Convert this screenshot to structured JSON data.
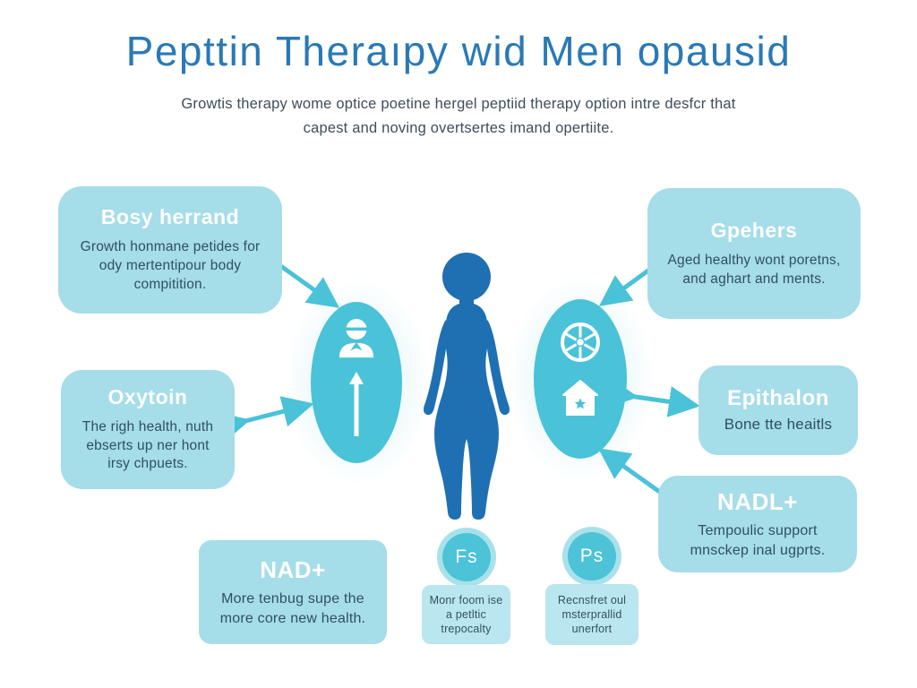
{
  "header": {
    "title": "Pepttin Theraıpy wid Men opausid",
    "subtitle_line1": "Growtis therapy wome optice poetine hergel peptiid therapy option intre desfcr that",
    "subtitle_line2": "capest and noving overtsertes imand opertiite."
  },
  "boxes": {
    "herrand": {
      "title": "Bosy herrand",
      "body": "Growth honmane petides for ody mertentipour body compitition."
    },
    "gpehers": {
      "title": "Gpehers",
      "body": "Aged healthy wont poretns, and aghart and ments."
    },
    "oxytoin": {
      "title": "Oxytoin",
      "body": "The righ health, nuth ebserts up ner hont irsy chpuets."
    },
    "epithalon": {
      "title": "Epithalon",
      "body": "Bone tte heaitls"
    },
    "nadl": {
      "title": "NADL+",
      "body": "Tempoulic support mnsckep inal ugprts."
    },
    "nad": {
      "title": "NAD+",
      "body": "More tenbug supe the more core new health."
    }
  },
  "badges": {
    "fs": {
      "label": "Fs",
      "caption": "Monr foom ise a petltic trepocalty"
    },
    "ps": {
      "label": "Ps",
      "caption": "Recnsfret oul msterprallid unerfort"
    }
  },
  "icons": {
    "left_oval": [
      "person-bust-icon",
      "up-arrow-icon"
    ],
    "right_oval": [
      "wheel-icon",
      "house-star-icon"
    ],
    "center": "woman-silhouette-icon"
  },
  "connections": [
    "herrand-box -> left-oval",
    "oxytoin-box <-> left-oval",
    "gpehers-box -> right-oval",
    "right-oval <-> epithalon-box",
    "nadl-box -> right-oval"
  ],
  "colors": {
    "title_blue": "#2a79b6",
    "subtitle_gray": "#3f4d5b",
    "panel_cyan": "#a5dde9",
    "panel_light_cyan": "#b9e6ef",
    "teal": "#4ac2d8",
    "woman_blue": "#1e70b2",
    "body_text": "#30505e",
    "background": "#ffffff"
  }
}
